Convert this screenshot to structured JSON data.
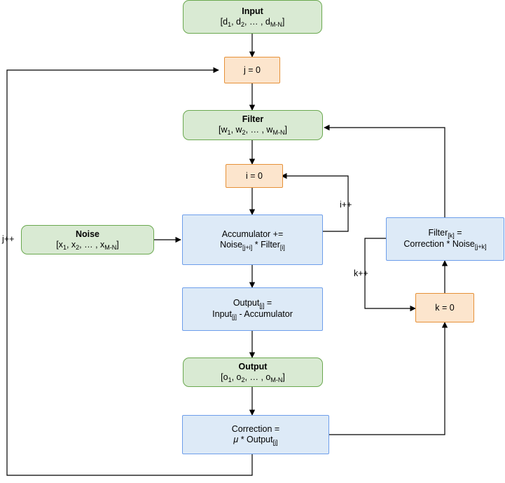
{
  "diagram": {
    "title": "LMS adaptive filter flowchart",
    "colors": {
      "green_fill": "#d9ead3",
      "green_stroke": "#6aa84f",
      "orange_fill": "#fce5cd",
      "orange_stroke": "#e69138",
      "blue_fill": "#ddeaf7",
      "blue_stroke": "#6d9eeb",
      "edge": "#000000"
    },
    "nodes": [
      {
        "id": "input",
        "shape": "rounded",
        "color": "green",
        "title": "Input",
        "line1_pre": "[d",
        "line1_sub": "1",
        "line1_mid": ", d",
        "line1_sub2": "2",
        "line1_post": ", … , d",
        "line1_sub3": "M-N",
        "line1_end": "]"
      },
      {
        "id": "j-init",
        "shape": "rect",
        "color": "orange",
        "label": "j = 0"
      },
      {
        "id": "filter",
        "shape": "rounded",
        "color": "green",
        "title": "Filter",
        "line1": "[w1, w2, … , wM-N]"
      },
      {
        "id": "i-init",
        "shape": "rect",
        "color": "orange",
        "label": "i = 0"
      },
      {
        "id": "noise",
        "shape": "rounded",
        "color": "green",
        "title": "Noise",
        "line1": "[x1, x2, … , xM-N]"
      },
      {
        "id": "accumulator",
        "shape": "rect",
        "color": "blue",
        "line1": "Accumulator +=",
        "line2": "Noise[j+i] * Filter[i]"
      },
      {
        "id": "filter-update",
        "shape": "rect",
        "color": "blue",
        "line1": "Filter[k] =",
        "line2": "Correction * Noise[j+k]"
      },
      {
        "id": "output-calc",
        "shape": "rect",
        "color": "blue",
        "line1": "Output[j] =",
        "line2": "Input[j] - Accumulator"
      },
      {
        "id": "k-init",
        "shape": "rect",
        "color": "orange",
        "label": "k = 0"
      },
      {
        "id": "output",
        "shape": "rounded",
        "color": "green",
        "title": "Output",
        "line1": "[o1, o2, … , oM-N]"
      },
      {
        "id": "correction",
        "shape": "rect",
        "color": "blue",
        "line1": "Correction =",
        "line2": "μ * Output[j]"
      }
    ],
    "edge_labels": {
      "j_increment": "j++",
      "i_increment": "i++",
      "k_increment": "k++"
    }
  }
}
